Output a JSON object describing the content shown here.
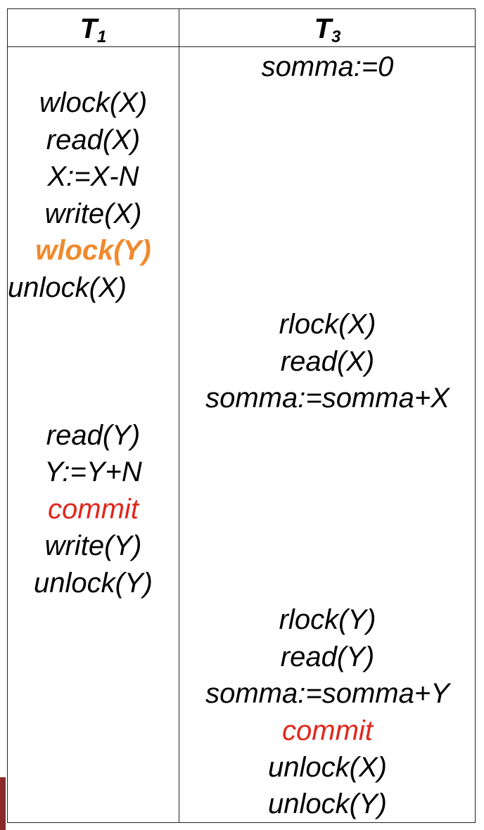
{
  "header": {
    "t1_label": "T",
    "t1_sub": "1",
    "t3_label": "T",
    "t3_sub": "3"
  },
  "t1_ops": [
    {
      "text": "wlock(X)",
      "kind": "normal"
    },
    {
      "text": "read(X)",
      "kind": "normal"
    },
    {
      "text": "X:=X-N",
      "kind": "normal"
    },
    {
      "text": "write(X)",
      "kind": "normal"
    },
    {
      "text": "wlock(Y)",
      "kind": "highlight"
    },
    {
      "text": "unlock(X)",
      "kind": "normal"
    },
    {
      "text": "read(Y)",
      "kind": "normal"
    },
    {
      "text": "Y:=Y+N",
      "kind": "normal"
    },
    {
      "text": "commit",
      "kind": "commit"
    },
    {
      "text": "write(Y)",
      "kind": "normal"
    },
    {
      "text": "unlock(Y)",
      "kind": "normal"
    }
  ],
  "t3_ops": [
    {
      "text": "somma:=0",
      "kind": "normal"
    },
    {
      "text": "rlock(X)",
      "kind": "normal"
    },
    {
      "text": "read(X)",
      "kind": "normal"
    },
    {
      "text": "somma:=somma+X",
      "kind": "normal"
    },
    {
      "text": "rlock(Y)",
      "kind": "normal"
    },
    {
      "text": "read(Y)",
      "kind": "normal"
    },
    {
      "text": "somma:=somma+Y",
      "kind": "normal"
    },
    {
      "text": "commit",
      "kind": "commit"
    },
    {
      "text": "unlock(X)",
      "kind": "normal"
    },
    {
      "text": "unlock(Y)",
      "kind": "normal"
    }
  ],
  "colors": {
    "commit": "#e0261c",
    "highlight": "#f08a2c",
    "text": "#000000"
  }
}
